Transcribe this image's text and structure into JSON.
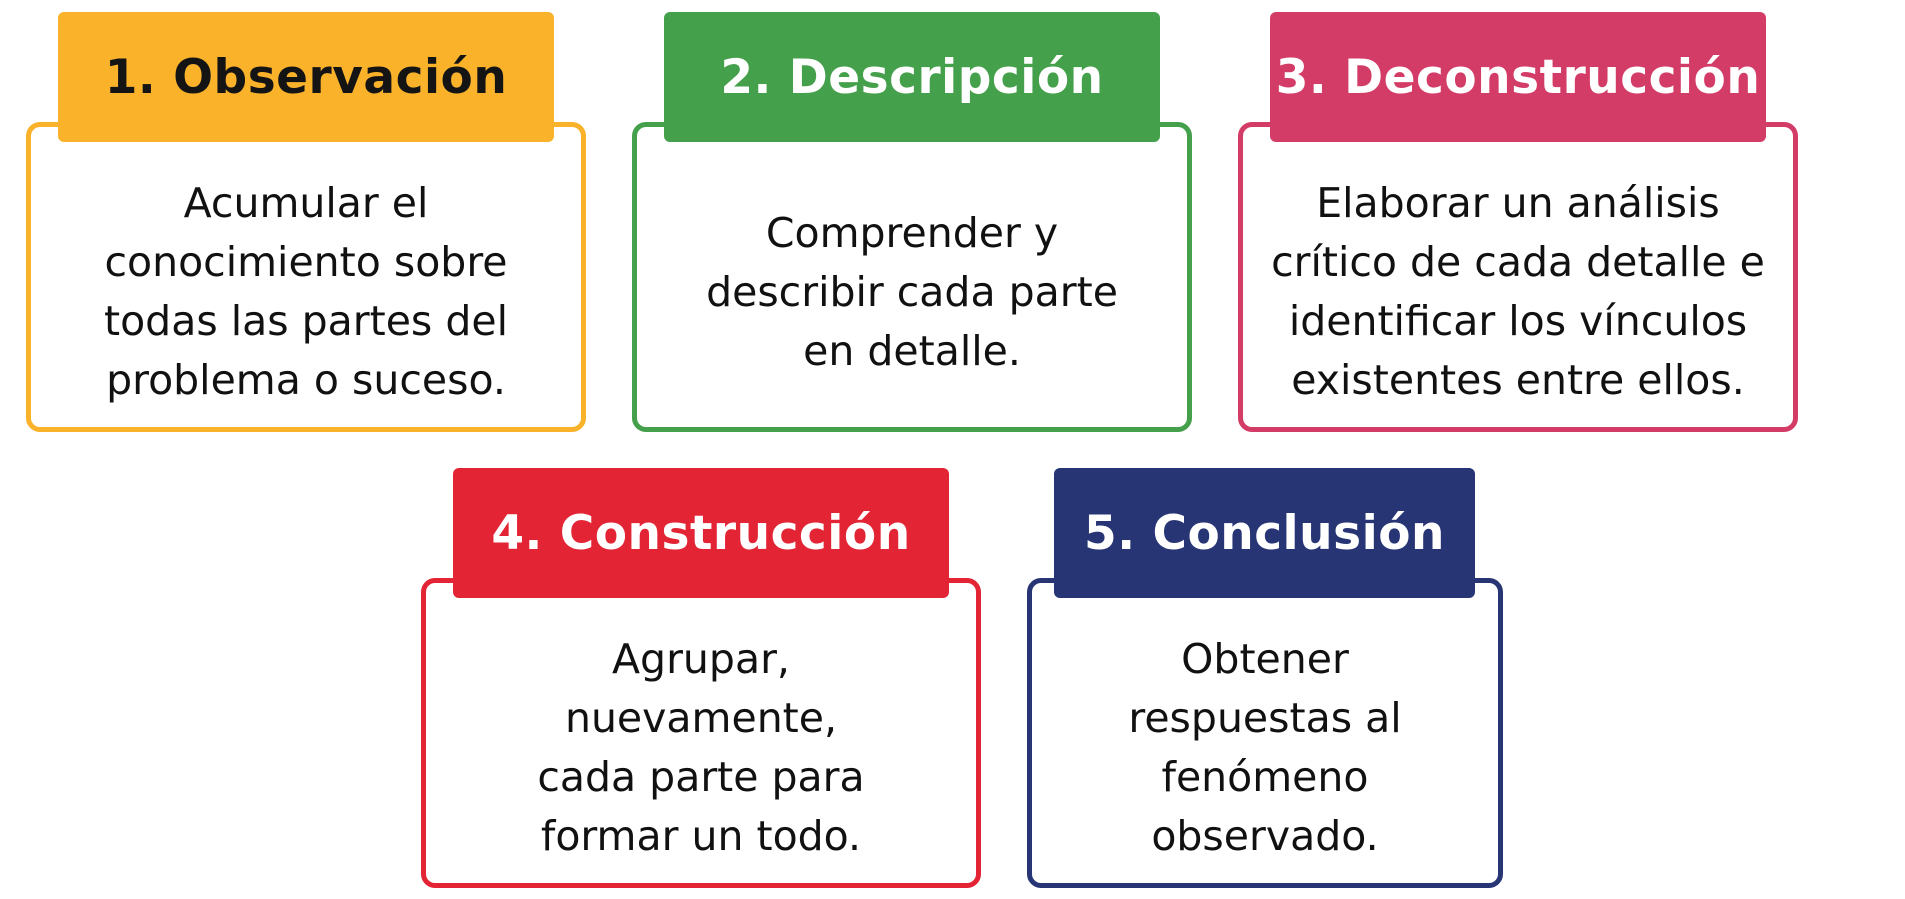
{
  "steps": [
    {
      "title": "1. Observación",
      "description": "Acumular el\nconocimiento sobre\ntodas las partes del\nproblema o suceso.",
      "color": "#F9B22A",
      "title_color": "#141414"
    },
    {
      "title": "2. Descripción",
      "description": "Comprender y\ndescribir cada parte\nen detalle.",
      "color": "#45A04C",
      "title_color": "#FFFFFF"
    },
    {
      "title": "3. Deconstrucción",
      "description": "Elaborar un análisis\ncrítico de cada detalle e\nidentificar los vínculos\nexistentes entre ellos.",
      "color": "#D43C68",
      "title_color": "#FFFFFF"
    },
    {
      "title": "4. Construcción",
      "description": "Agrupar,\nnuevamente,\ncada parte para\nformar un todo.",
      "color": "#E32434",
      "title_color": "#FFFFFF"
    },
    {
      "title": "5. Conclusión",
      "description": "Obtener\nrespuestas al\nfenómeno\nobservado.",
      "color": "#283575",
      "title_color": "#FFFFFF"
    }
  ]
}
